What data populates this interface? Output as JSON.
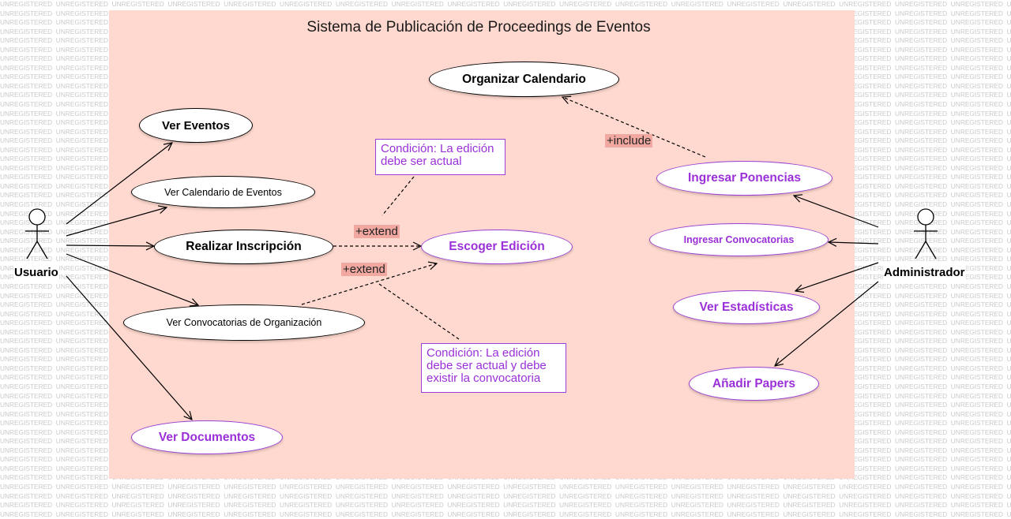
{
  "watermark_text": "UNREGISTERED",
  "title": "Sistema de Publicación de Proceedings de Eventos",
  "actors": {
    "user": "Usuario",
    "admin": "Administrador"
  },
  "use_cases": {
    "organizar_calendario": "Organizar Calendario",
    "ver_eventos": "Ver Eventos",
    "ver_calendario": "Ver Calendario de Eventos",
    "realizar_inscripcion": "Realizar Inscripción",
    "ver_convocatorias": "Ver Convocatorias de Organización",
    "ver_documentos": "Ver Documentos",
    "escoger_edicion": "Escoger Edición",
    "ingresar_ponencias": "Ingresar Ponencias",
    "ingresar_convocatorias": "Ingresar Convocatorias",
    "ver_estadisticas": "Ver Estadísticas",
    "anadir_papers": "Añadir Papers"
  },
  "notes": {
    "note1": "Condición: La edición debe ser actual",
    "note2": "Condición: La edición debe ser actual y debe existir la convocatoria"
  },
  "relations": {
    "include": "+include",
    "extend1": "+extend",
    "extend2": "+extend"
  },
  "colors": {
    "boundary": "#ffd9cf",
    "purple": "#9b30d9",
    "label_bg": "#f0a8a0"
  }
}
